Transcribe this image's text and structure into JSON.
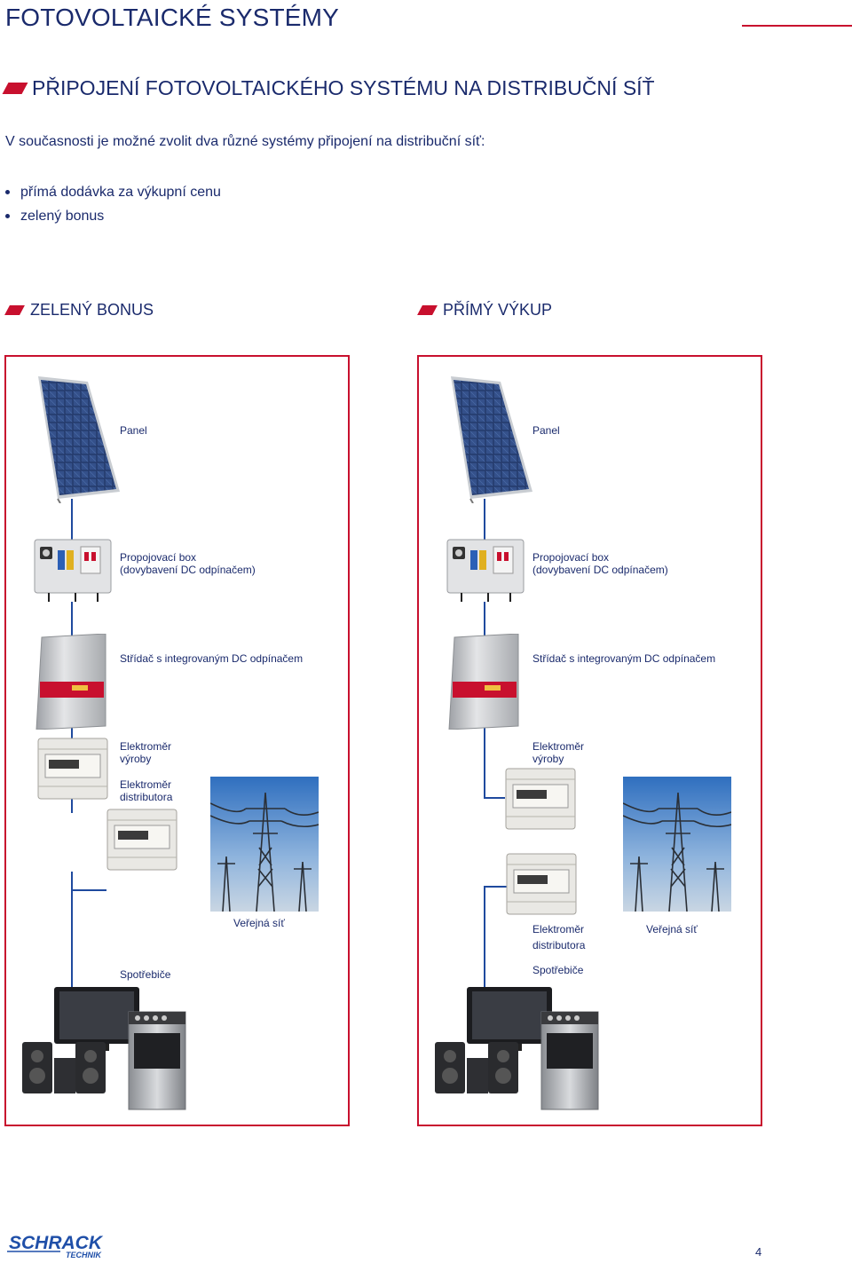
{
  "page": {
    "title": "FOTOVOLTAICKÉ SYSTÉMY",
    "section_title": "PŘIPOJENÍ FOTOVOLTAICKÉHO SYSTÉMU NA DISTRIBUČNÍ SÍŤ",
    "intro": "V současnosti je možné zvolit dva různé systémy připojení na distribuční síť:",
    "bullets": [
      "přímá dodávka za výkupní cenu",
      "zelený bonus"
    ],
    "page_number": "4",
    "logo_text": "SCHRACK",
    "logo_sub": "TECHNIK"
  },
  "left": {
    "heading": "ZELENÝ BONUS",
    "panel": "Panel",
    "box_line1": "Propojovací box",
    "box_line2": "(dovybavení DC odpínačem)",
    "inverter": "Střídač s integrovaným DC odpínačem",
    "meter_prod_1": "Elektroměr",
    "meter_prod_2": "výroby",
    "meter_dist_1": "Elektroměr",
    "meter_dist_2": "distributora",
    "grid": "Veřejná síť",
    "appliances": "Spotřebiče"
  },
  "right": {
    "heading": "PŘÍMÝ VÝKUP",
    "panel": "Panel",
    "box_line1": "Propojovací box",
    "box_line2": "(dovybavení DC odpínačem)",
    "inverter": "Střídač s integrovaným DC odpínačem",
    "meter_prod_1": "Elektroměr",
    "meter_prod_2": "výroby",
    "meter_dist_1": "Elektroměr",
    "meter_dist_2": "distributora",
    "grid": "Veřejná síť",
    "appliances": "Spotřebiče"
  },
  "colors": {
    "accent": "#c8102e",
    "text": "#1a2a6c",
    "wire": "#1f4a9e"
  }
}
